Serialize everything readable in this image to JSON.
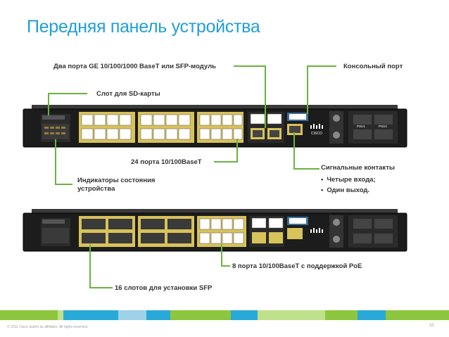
{
  "title": "Передняя панель устройства",
  "labels": {
    "ge_ports": "Два порта GE 10/100/1000 BaseT или SFP-модуль",
    "console": "Консольный порт",
    "sd_slot": "Слот для SD-карты",
    "ports24": "24 порта 10/100BaseT",
    "status_leds": "Индикаторы состояния устройства",
    "alarm": "Сигнальные контакты",
    "alarm_items": [
      "Четыре входа;",
      "Один выход."
    ],
    "poe": "8 порта 10/100BaseT с поддержкой PoE",
    "sfp16": "16 слотов для установки SFP"
  },
  "device": {
    "brand": "CISCO",
    "psu1": "PSU1",
    "psu2": "PSU2"
  },
  "footer": {
    "copyright": "© 2011 Cisco and/or its affiliates. All rights reserved.",
    "page": "33"
  },
  "colors": {
    "title": "#1f9fd6",
    "callout": "#6ab43e",
    "chassis": "#1c1c1c",
    "port_frame": "#d8c25a"
  }
}
